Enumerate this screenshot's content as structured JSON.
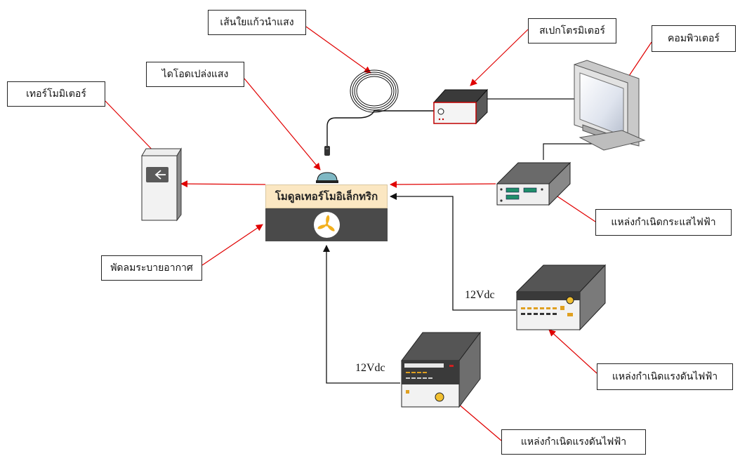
{
  "labels": {
    "thermometer": "เทอร์โมมิเตอร์",
    "photodiode": "ไดโอดเปล่งแสง",
    "optical_fiber": "เส้นใยแก้วนำแสง",
    "spectrometer": "สเปกโตรมิเตอร์",
    "computer": "คอมพิวเตอร์",
    "current_source": "แหล่งกำเนิดกระแสไฟฟ้า",
    "fan": "พัดลมระบายอากาศ",
    "voltage_source_right": "แหล่งกำเนิดแรงดันไฟฟ้า",
    "voltage_source_bottom": "แหล่งกำเนิดแรงดันไฟฟ้า"
  },
  "module": {
    "title": "โมดูลเทอร์โมอิเล็กทริก"
  },
  "voltages": {
    "right": "12Vdc",
    "bottom": "12Vdc"
  },
  "colors": {
    "callout_line": "#e00000",
    "connector_line": "#111111",
    "module_header": "#fbe7c2",
    "module_body": "#4a4a4a",
    "fan_blade": "#f2b01e"
  }
}
